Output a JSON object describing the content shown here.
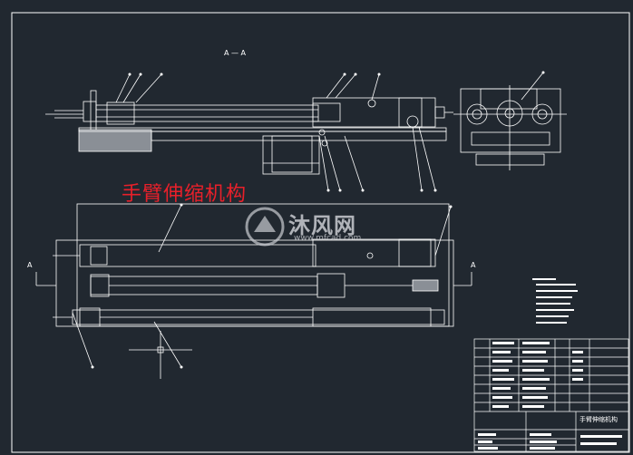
{
  "drawing": {
    "title": "手臂伸缩机构",
    "section_top": "A — A",
    "section_left": "A",
    "section_right": "A",
    "titleblock_name": "手臂伸缩机构"
  },
  "watermark": {
    "text": "沐风网",
    "url": "www.mfcad.com"
  },
  "colors": {
    "background": "#212830",
    "line": "#ffffff",
    "title_red": "#e8202a"
  }
}
